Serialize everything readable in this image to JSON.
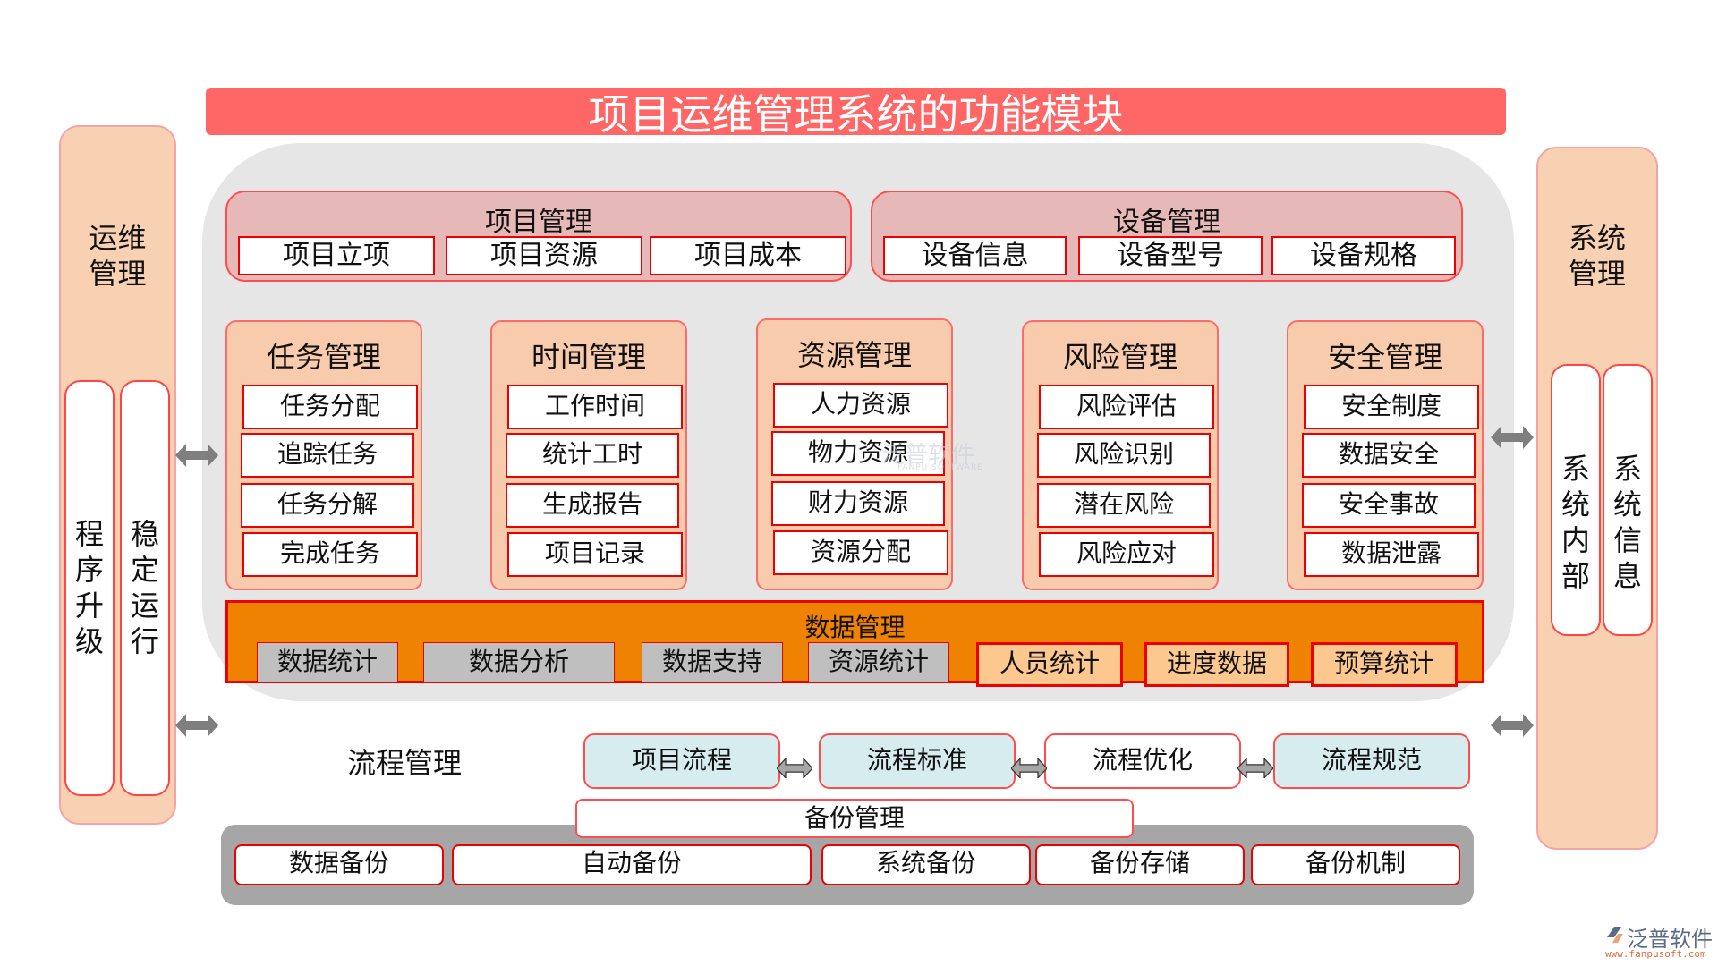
{
  "title": "项目运维管理系统的功能模块",
  "top_groups": [
    {
      "title": "项目管理",
      "items": [
        "项目立项",
        "项目资源",
        "项目成本"
      ]
    },
    {
      "title": "设备管理",
      "items": [
        "设备信息",
        "设备型号",
        "设备规格"
      ]
    }
  ],
  "modules": [
    {
      "title": "任务管理",
      "items": [
        "任务分配",
        "追踪任务",
        "任务分解",
        "完成任务"
      ]
    },
    {
      "title": "时间管理",
      "items": [
        "工作时间",
        "统计工时",
        "生成报告",
        "项目记录"
      ]
    },
    {
      "title": "资源管理",
      "items": [
        "人力资源",
        "物力资源",
        "财力资源",
        "资源分配"
      ]
    },
    {
      "title": "风险管理",
      "items": [
        "风险评估",
        "风险识别",
        "潜在风险",
        "风险应对"
      ]
    },
    {
      "title": "安全管理",
      "items": [
        "安全制度",
        "数据安全",
        "安全事故",
        "数据泄露"
      ]
    }
  ],
  "data_management": {
    "title": "数据管理",
    "items": [
      "数据统计",
      "数据分析",
      "数据支持",
      "资源统计",
      "人员统计",
      "进度数据",
      "预算统计"
    ]
  },
  "left_panel": {
    "title_line1": "运维",
    "title_line2": "管理",
    "pills": [
      {
        "chars": [
          "程",
          "序",
          "升",
          "级"
        ]
      },
      {
        "chars": [
          "稳",
          "定",
          "运",
          "行"
        ]
      }
    ]
  },
  "right_panel": {
    "title_line1": "系统",
    "title_line2": "管理",
    "pills": [
      {
        "chars": [
          "系",
          "统",
          "内",
          "部"
        ]
      },
      {
        "chars": [
          "系",
          "统",
          "信",
          "息"
        ]
      }
    ]
  },
  "flow": {
    "label": "流程管理",
    "items": [
      "项目流程",
      "流程标准",
      "流程优化",
      "流程规范"
    ]
  },
  "backup": {
    "title": "备份管理",
    "items": [
      "数据备份",
      "自动备份",
      "系统备份",
      "备份存储",
      "备份机制"
    ]
  },
  "watermark": {
    "text": "泛普软件",
    "sub": "FANPU SOFTWARE"
  },
  "logo": {
    "name": "泛普软件",
    "url": "www.fanpusoft.com"
  },
  "colors": {
    "title_bar": "#ff6666",
    "panel_bg": "#e6e6e6",
    "group_pink": "#e6b9b8",
    "module_peach": "#f8cbad",
    "data_orange": "#ef8200",
    "border_red": "#ee0000",
    "flow_blue": "#d6ecee",
    "backup_gray": "#a6a6a6"
  }
}
